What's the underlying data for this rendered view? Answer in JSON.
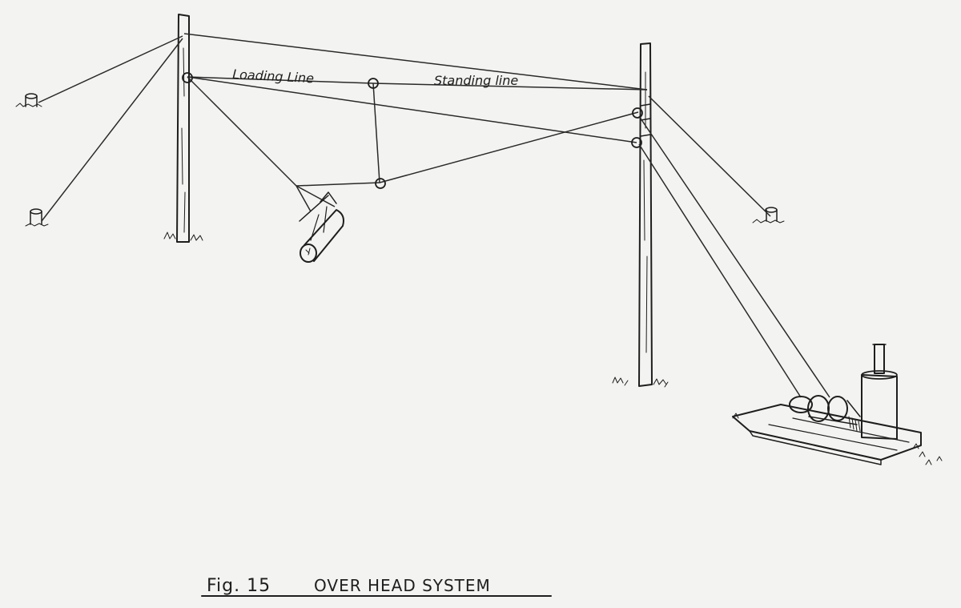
{
  "labels": {
    "loading_line": "Loading Line",
    "standing_line": "Standing line"
  },
  "caption": {
    "fig_number": "Fig. 15",
    "title": "OVER HEAD SYSTEM"
  },
  "colors": {
    "paper": "#f3f3f1",
    "ink": "#1e1e1e"
  }
}
